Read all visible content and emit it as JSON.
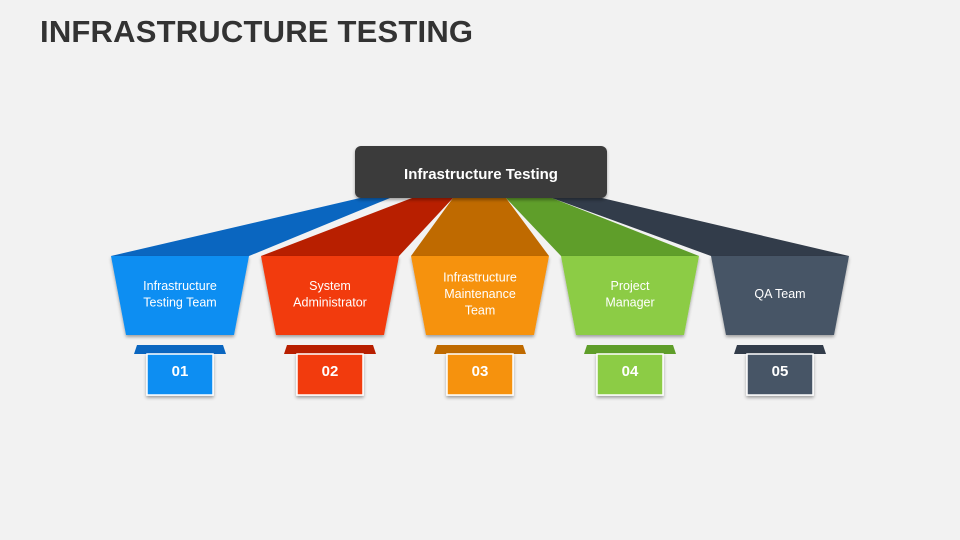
{
  "title": "INFRASTRUCTURE TESTING",
  "root": {
    "label": "Infrastructure Testing",
    "color": "#3b3b3b"
  },
  "items": [
    {
      "lines": [
        "Infrastructure",
        "Testing Team"
      ],
      "number": "01",
      "color": "#0d8ef2",
      "dark": "#0a66c0"
    },
    {
      "lines": [
        "System",
        "Administrator"
      ],
      "number": "02",
      "color": "#f23a0a",
      "dark": "#b81f00"
    },
    {
      "lines": [
        "Infrastructure",
        "Maintenance",
        "Team"
      ],
      "number": "03",
      "color": "#f6920f",
      "dark": "#bf6a00"
    },
    {
      "lines": [
        "Project",
        "Manager"
      ],
      "number": "04",
      "color": "#8ccc45",
      "dark": "#5f9e2a"
    },
    {
      "lines": [
        "QA Team"
      ],
      "number": "05",
      "color": "#465466",
      "dark": "#323c4a"
    }
  ]
}
